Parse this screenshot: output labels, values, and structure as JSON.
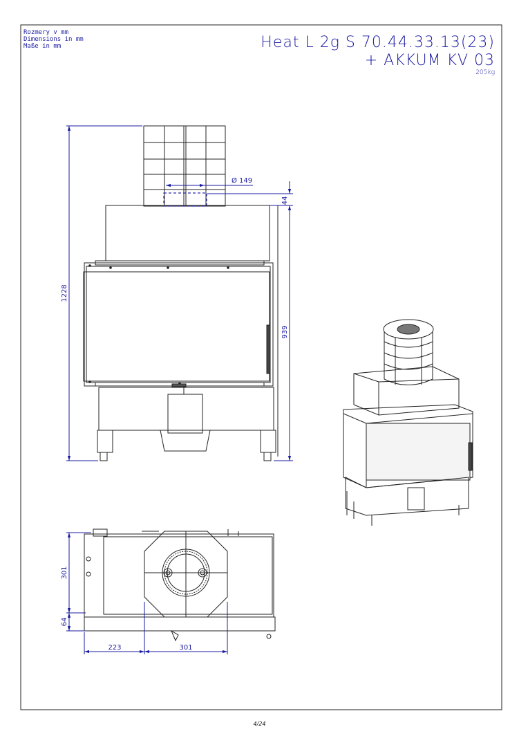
{
  "header": {
    "units_lines": [
      "Rozmery v mm",
      "Dimensions in mm",
      "Maße in mm"
    ],
    "title_line1": "Heat L 2g S 70.44.33.13(23)",
    "title_line2": "+ AKKUM KV 03",
    "weight": "205kg"
  },
  "front_view": {
    "dim_total_height": "1228",
    "dim_flue_diameter": "Ø 149",
    "dim_top_offset": "44",
    "dim_body_height": "939"
  },
  "top_view": {
    "dim_depth": "301",
    "dim_front_offset": "64",
    "dim_left_offset": "223",
    "dim_flue_width": "301"
  },
  "footer": {
    "page": "4/24"
  }
}
